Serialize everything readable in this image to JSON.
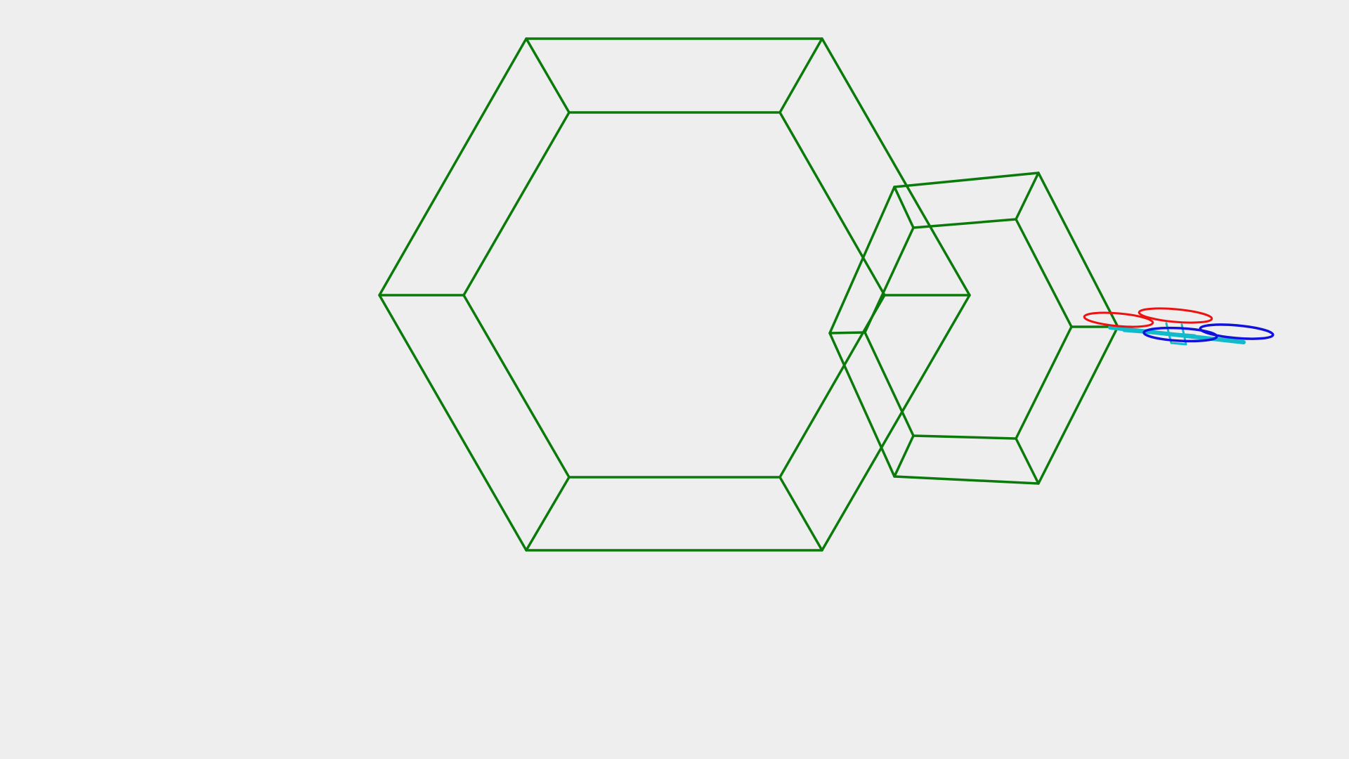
{
  "scene": {
    "background_color": "#eeeeee",
    "colors": {
      "frame": "#0a7a0a",
      "ring_red": "#ee1111",
      "ring_blue": "#1111dd",
      "strut_cyan": "#11bbcc"
    },
    "objects": [
      "large-hexagonal-frame",
      "small-hexagonal-frame",
      "quadcopter-drone"
    ]
  }
}
